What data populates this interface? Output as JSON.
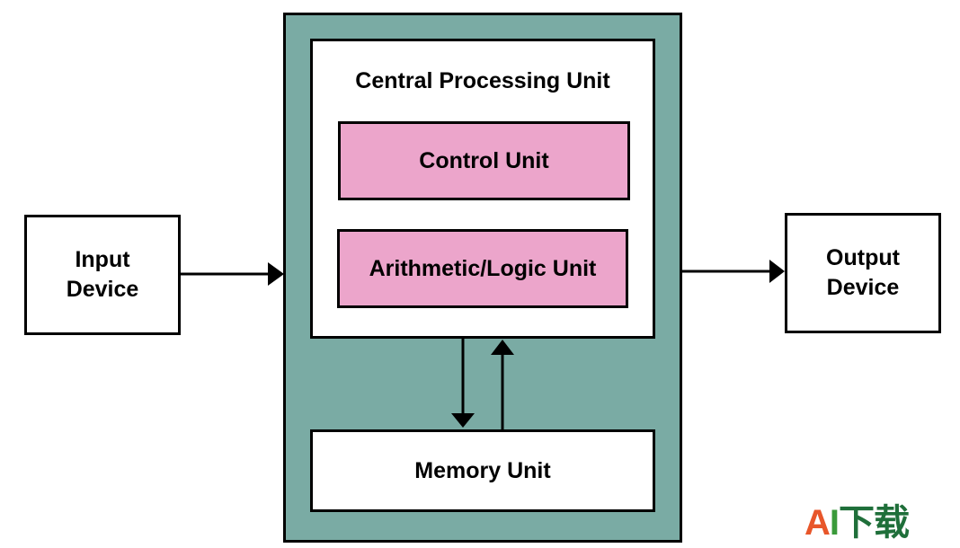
{
  "diagram": {
    "cpu_title": "Central Processing Unit",
    "control_unit": "Control Unit",
    "alu": "Arithmetic/Logic Unit",
    "memory_unit": "Memory Unit",
    "input_device": "Input\nDevice",
    "output_device": "Output\nDevice"
  },
  "colors": {
    "outer_fill": "#7aaba4",
    "unit_fill": "#eca5cb",
    "box_fill": "#ffffff",
    "stroke": "#000000"
  },
  "watermark": {
    "a": "A",
    "i": "I",
    "cn": "下载"
  }
}
